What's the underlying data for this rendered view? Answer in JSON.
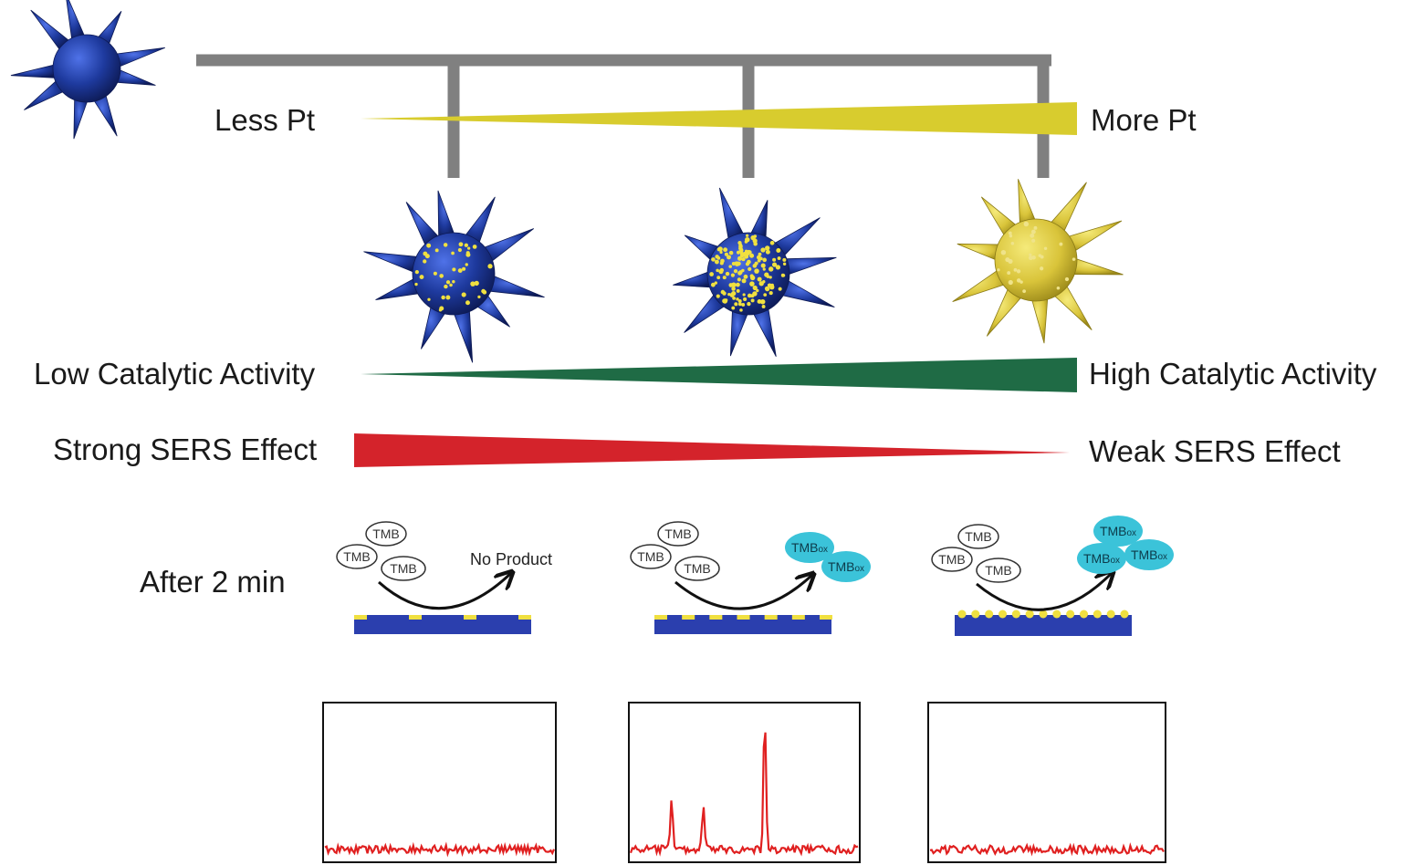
{
  "labels": {
    "less_pt": "Less Pt",
    "more_pt": "More Pt",
    "low_activity": "Low Catalytic Activity",
    "high_activity": "High Catalytic Activity",
    "strong_sers": "Strong SERS Effect",
    "weak_sers": "Weak SERS Effect",
    "after_time": "After 2 min"
  },
  "reaction": {
    "reactant": "TMB",
    "no_product": "No Product",
    "product_base": "TMB",
    "product_sub": "ox"
  },
  "colors": {
    "bracket": "#808080",
    "pt_gradient": "#d8cc2e",
    "activity": "#1f6b45",
    "sers": "#d4232b",
    "substrate": "#2b3fae",
    "pt_dot": "#f0e040",
    "product": "#3bc3d9",
    "spectrum": "#e02020",
    "star_blue": "#1e3a9e",
    "star_gold": "#d9c43a"
  },
  "spectra": [
    {
      "panel": "low-pt",
      "peaks": []
    },
    {
      "panel": "medium-pt",
      "peaks": [
        {
          "pos": 0.18,
          "height": 0.38
        },
        {
          "pos": 0.32,
          "height": 0.32
        },
        {
          "pos": 0.59,
          "height": 0.93
        }
      ]
    },
    {
      "panel": "high-pt",
      "peaks": []
    }
  ]
}
